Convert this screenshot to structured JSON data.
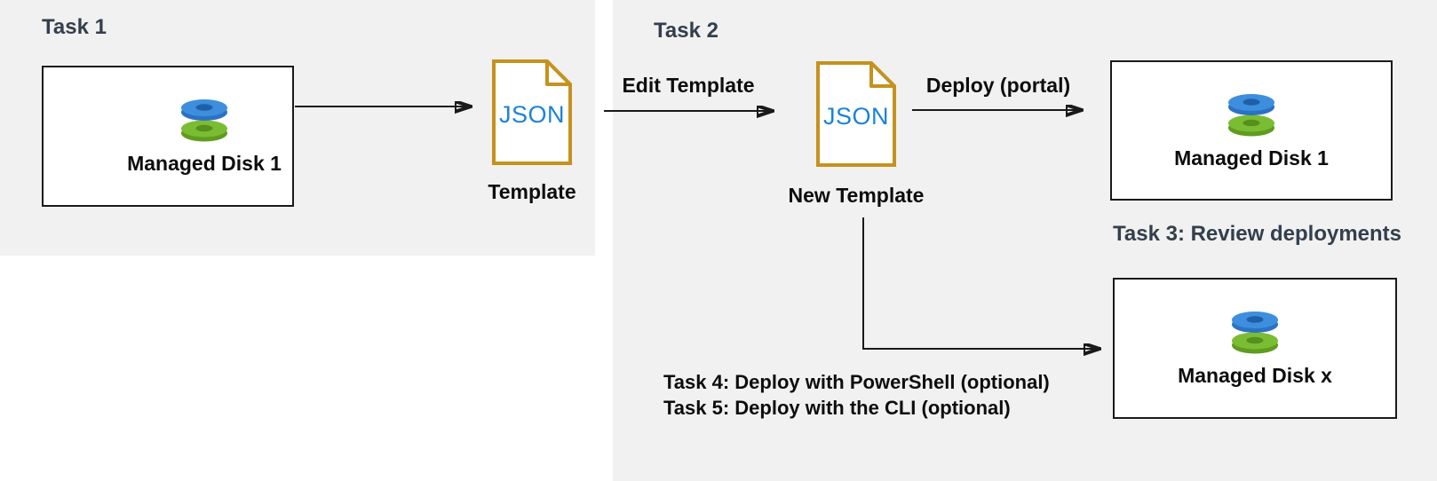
{
  "colors": {
    "panel_bg": "#F1F1F1",
    "heading": "#333F4C",
    "label": "#0D0D0D",
    "box_border": "#1A1A1A",
    "arrow": "#1A1A1A",
    "doc_border": "#C5921E",
    "json_text": "#1B82D9",
    "disk_blue_face": "#3E8EDE",
    "disk_blue_rim": "#2C72C4",
    "disk_blue_hole": "#1E5FA8",
    "disk_green_face": "#7ABD32",
    "disk_green_rim": "#5F9C1F",
    "disk_green_hole": "#568F1D"
  },
  "task1": {
    "title": "Task 1",
    "disk_label": "Managed Disk 1",
    "doc_text": "JSON",
    "doc_label": "Template"
  },
  "task2": {
    "title": "Task 2",
    "edit_arrow_label": "Edit Template",
    "doc_text": "JSON",
    "doc_label": "New Template",
    "deploy_arrow_label": "Deploy (portal)",
    "disk_label": "Managed Disk 1"
  },
  "task3": {
    "title": "Task 3: Review deployments",
    "disk_label": "Managed Disk x"
  },
  "task4_5": {
    "line1": "Task 4: Deploy with PowerShell (optional)",
    "line2": "Task 5: Deploy with the CLI (optional)"
  }
}
